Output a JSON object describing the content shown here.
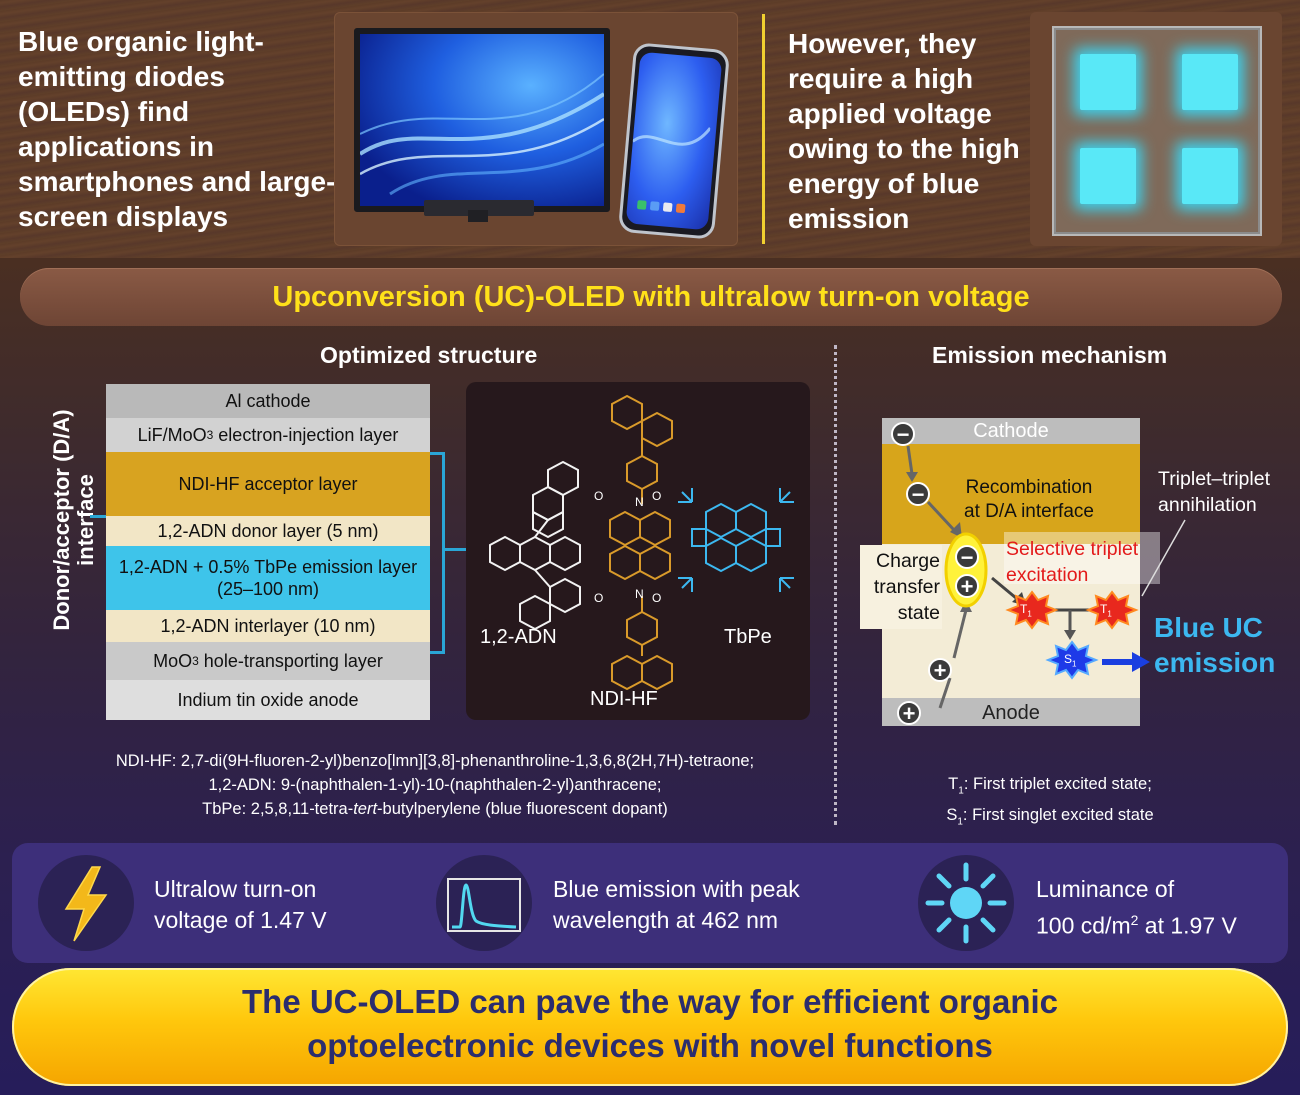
{
  "intro": {
    "left_text": "Blue organic light-emitting diodes (OLEDs) find applications in smartphones and large-screen displays",
    "right_text": "However, they require a high applied voltage owing to the high energy of blue emission"
  },
  "banner": {
    "title": "Upconversion (UC)-OLED with ultralow turn-on voltage"
  },
  "structure": {
    "title": "Optimized structure",
    "interface_label": "Donor/acceptor (D/A) interface",
    "layers": [
      {
        "label": "Al cathode",
        "color": "#b9b9b9"
      },
      {
        "label": "LiF/MoO",
        "sub": "3",
        "label_tail": " electron-injection layer",
        "color": "#d2d2d2"
      },
      {
        "label": "NDI-HF acceptor layer",
        "color": "#d8a320"
      },
      {
        "label": "1,2-ADN donor layer (5 nm)",
        "color": "#f2e6c6"
      },
      {
        "label": "1,2-ADN + 0.5% TbPe emission layer (25–100 nm)",
        "color": "#3ec4ea"
      },
      {
        "label": "1,2-ADN interlayer (10 nm)",
        "color": "#f2e6c6"
      },
      {
        "label": "MoO",
        "sub": "3",
        "label_tail": " hole-transporting layer",
        "color": "#c9c9c9"
      },
      {
        "label": "Indium tin oxide anode",
        "color": "#dedede"
      }
    ],
    "molecules": [
      "1,2-ADN",
      "NDI-HF",
      "TbPe"
    ],
    "footnote": [
      "NDI-HF: 2,7-di(9H-fluoren-2-yl)benzo[lmn][3,8]-phenanthroline-1,3,6,8(2H,7H)-tetraone;",
      "1,2-ADN: 9-(naphthalen-1-yl)-10-(naphthalen-2-yl)anthracene;",
      "TbPe: 2,5,8,11-tetra-",
      "tert",
      "-butylperylene (blue fluorescent dopant)"
    ]
  },
  "mechanism": {
    "title": "Emission mechanism",
    "cathode": "Cathode",
    "anode": "Anode",
    "recombination": "Recombination at D/A interface",
    "tta": "Triplet–triplet annihilation",
    "charge_transfer": "Charge transfer state",
    "selective": "Selective triplet excitation",
    "t_label": "T",
    "s_label": "S",
    "sub_1": "1",
    "blue_uc": "Blue UC emission",
    "foot_t": ": First triplet excited state;",
    "foot_s": ": First singlet excited state"
  },
  "features": [
    {
      "text": "Ultralow turn-on voltage of 1.47 V",
      "icon": "lightning-icon"
    },
    {
      "text": "Blue emission with peak wavelength at 462 nm",
      "icon": "spectrum-icon"
    },
    {
      "text_a": "Luminance of",
      "text_b": "100 cd/m",
      "sup": "2",
      "text_c": " at 1.97 V",
      "icon": "sun-icon"
    }
  ],
  "conclusion": {
    "line1": "The UC-OLED can pave the way for efficient organic",
    "line2": "optoelectronic devices with novel functions"
  },
  "colors": {
    "accent_yellow": "#ffe11a",
    "blue_emission": "#3cb8f0",
    "acceptor": "#d8a320"
  }
}
